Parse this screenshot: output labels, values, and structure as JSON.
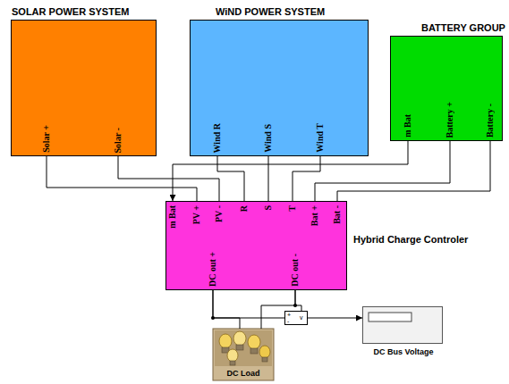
{
  "diagram": {
    "nodes": [
      {
        "text": [
          "SOLAR POWER SYSTEM",
          "Solar +",
          "Solar -"
        ]
      },
      {
        "text": [
          "WiND POWER SYSTEM",
          "Wind R",
          "Wind S",
          "Wind T"
        ]
      },
      {
        "text": [
          "BATTERY GROUP",
          "m Bat",
          "Battery +",
          "Battery -"
        ]
      },
      {
        "text": [
          "Hybrid Charge Controler",
          "m Bat",
          "PV +",
          "PV -",
          "R",
          "S",
          "T",
          "Bat +",
          "Bat -",
          "DC out +",
          "DC out -"
        ]
      },
      {
        "text": [
          "DC Load"
        ]
      },
      {
        "text": [
          "+",
          "-",
          "v"
        ]
      },
      {
        "text": [
          "DC Bus Voltage"
        ]
      }
    ],
    "edges": [
      {
        "from": 0,
        "to": 3,
        "arrow": "none"
      },
      {
        "from": 0,
        "to": 3,
        "arrow": "none"
      },
      {
        "from": 1,
        "to": 3,
        "arrow": "none"
      },
      {
        "from": 1,
        "to": 3,
        "arrow": "none"
      },
      {
        "from": 1,
        "to": 3,
        "arrow": "none"
      },
      {
        "from": 2,
        "to": 3,
        "arrow": "to"
      },
      {
        "from": 2,
        "to": 3,
        "arrow": "none"
      },
      {
        "from": 2,
        "to": 3,
        "arrow": "none"
      },
      {
        "from": 3,
        "to": 4,
        "arrow": "none"
      },
      {
        "from": 3,
        "to": 4,
        "arrow": "none"
      },
      {
        "from": 3,
        "to": 5,
        "arrow": "none"
      },
      {
        "from": 3,
        "to": 5,
        "arrow": "none"
      },
      {
        "from": 5,
        "to": 6,
        "arrow": "to"
      }
    ]
  }
}
